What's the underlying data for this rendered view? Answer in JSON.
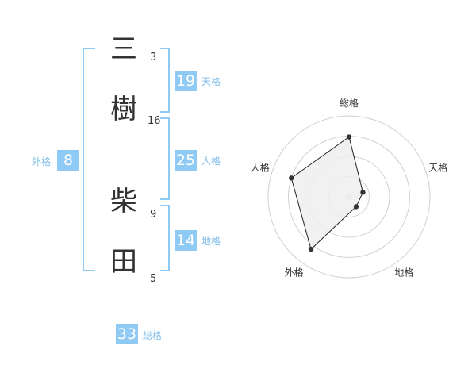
{
  "name": {
    "chars": [
      {
        "char": "三",
        "strokes": "3"
      },
      {
        "char": "樹",
        "strokes": "16"
      },
      {
        "char": "柴",
        "strokes": "9"
      },
      {
        "char": "田",
        "strokes": "5"
      }
    ]
  },
  "fortunes": {
    "tenkaku": {
      "value": "19",
      "label": "天格"
    },
    "jinkaku": {
      "value": "25",
      "label": "人格"
    },
    "chikaku": {
      "value": "14",
      "label": "地格"
    },
    "gaikaku": {
      "value": "8",
      "label": "外格"
    },
    "soukaku": {
      "value": "33",
      "label": "総格"
    }
  },
  "colors": {
    "accent": "#8fcaf5",
    "accent_text": "#7fbde9",
    "text": "#333333",
    "grid": "#d0d0d0",
    "fill": "#eeeeee"
  },
  "chart_data": {
    "type": "radar",
    "axes": [
      "総格",
      "天格",
      "地格",
      "外格",
      "人格"
    ],
    "values": [
      0.74,
      0.18,
      0.15,
      0.8,
      0.75
    ],
    "range": [
      0,
      1
    ],
    "rings": 4,
    "grid": true
  }
}
